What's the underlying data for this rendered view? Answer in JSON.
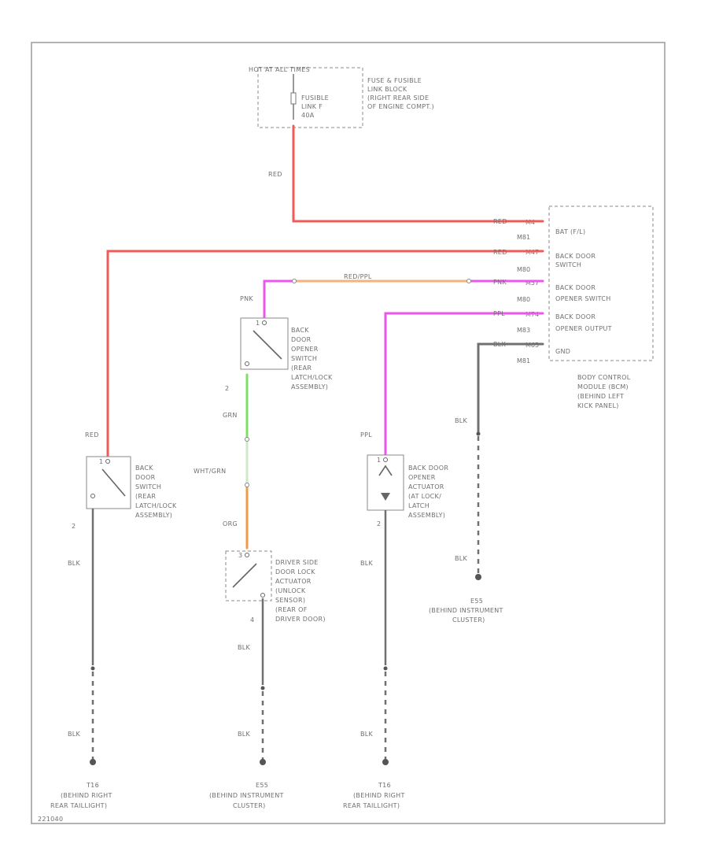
{
  "fuse_block": {
    "header": "HOT AT ALL TIMES",
    "fuse_name": "FUSIBLE",
    "fuse_name2": "LINK F",
    "fuse_rating": "40A",
    "location": [
      "FUSE & FUSIBLE",
      "LINK BLOCK",
      "(RIGHT REAR SIDE",
      "OF ENGINE COMPT.)"
    ]
  },
  "bcm": {
    "pins": [
      {
        "pin": "M4",
        "label": "BAT (F/L)",
        "sub": "",
        "wire": "RED"
      },
      {
        "pin": "M47",
        "label": "BACK DOOR",
        "sub": "SWITCH",
        "wire": "RED",
        "conn": "M81"
      },
      {
        "pin": "M57",
        "label": "BACK DOOR",
        "sub": "OPENER SWITCH",
        "wire": "PNK",
        "conn": "M80"
      },
      {
        "pin": "M74",
        "label": "BACK DOOR",
        "sub": "OPENER OUTPUT",
        "wire": "PPL",
        "conn": "M80"
      },
      {
        "pin": "M65",
        "label": "GND",
        "sub": "",
        "wire": "BLK",
        "conn": "M83"
      }
    ],
    "extra_conn": "M81",
    "name": [
      "BODY CONTROL",
      "MODULE (BCM)",
      "(BEHIND LEFT",
      "KICK PANEL)"
    ]
  },
  "wires": {
    "fuse_to_bcm": "RED",
    "red_pnk": "RED/PPL",
    "pnk": "PNK",
    "grn": "GRN",
    "wht_grn": "WHT/GRN",
    "org": "ORG",
    "red_left": "RED",
    "ppl": "PPL",
    "blk": "BLK"
  },
  "opener_switch": {
    "pin_top": "1",
    "pin_bottom": "2",
    "name": [
      "BACK",
      "DOOR",
      "OPENER",
      "SWITCH",
      "(REAR",
      "LATCH/LOCK",
      "ASSEMBLY)"
    ]
  },
  "back_door_switch": {
    "pin_top": "1",
    "pin_bottom": "2",
    "name": [
      "BACK",
      "DOOR",
      "SWITCH",
      "(REAR",
      "LATCH/LOCK",
      "ASSEMBLY)"
    ]
  },
  "actuator": {
    "pin_top": "1",
    "pin_bottom": "2",
    "name": [
      "BACK DOOR",
      "OPENER",
      "ACTUATOR",
      "(AT LOCK/",
      "LATCH",
      "ASSEMBLY)"
    ]
  },
  "driver_sensor": {
    "pin_top": "3",
    "pin_bottom": "4",
    "name": [
      "DRIVER SIDE",
      "DOOR LOCK",
      "ACTUATOR",
      "(UNLOCK",
      "SENSOR)",
      "(REAR OF",
      "DRIVER DOOR)"
    ]
  },
  "grounds": {
    "g1_id": "T16",
    "g1_loc": [
      "(BEHIND RIGHT",
      "REAR TAILLIGHT)"
    ],
    "g2_id": "E55",
    "g2_loc": [
      "(BEHIND INSTRUMENT",
      "CLUSTER)"
    ],
    "g3_id": "T16",
    "g3_loc": [
      "(BEHIND RIGHT",
      "REAR TAILLIGHT)"
    ],
    "g4_id": "E55",
    "g4_loc": [
      "(BEHIND INSTRUMENT",
      "CLUSTER)"
    ]
  },
  "footer": "221040",
  "colors": {
    "red": "#f25a5a",
    "pink": "#ee55ee",
    "orange": "#f7b27a",
    "org": "#f39a4a",
    "green": "#7de06a",
    "black_wire": "#707070"
  }
}
